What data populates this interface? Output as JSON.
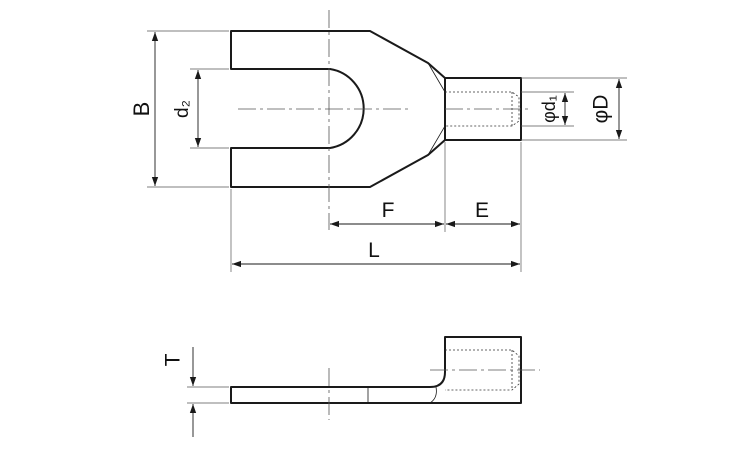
{
  "labels": {
    "B": "B",
    "d2": "d₂",
    "phi_d1": "φd₁",
    "phi_D": "φD",
    "F": "F",
    "E": "E",
    "L": "L",
    "T": "T"
  },
  "colors": {
    "line": "#1a1a1a",
    "background": "#ffffff"
  }
}
